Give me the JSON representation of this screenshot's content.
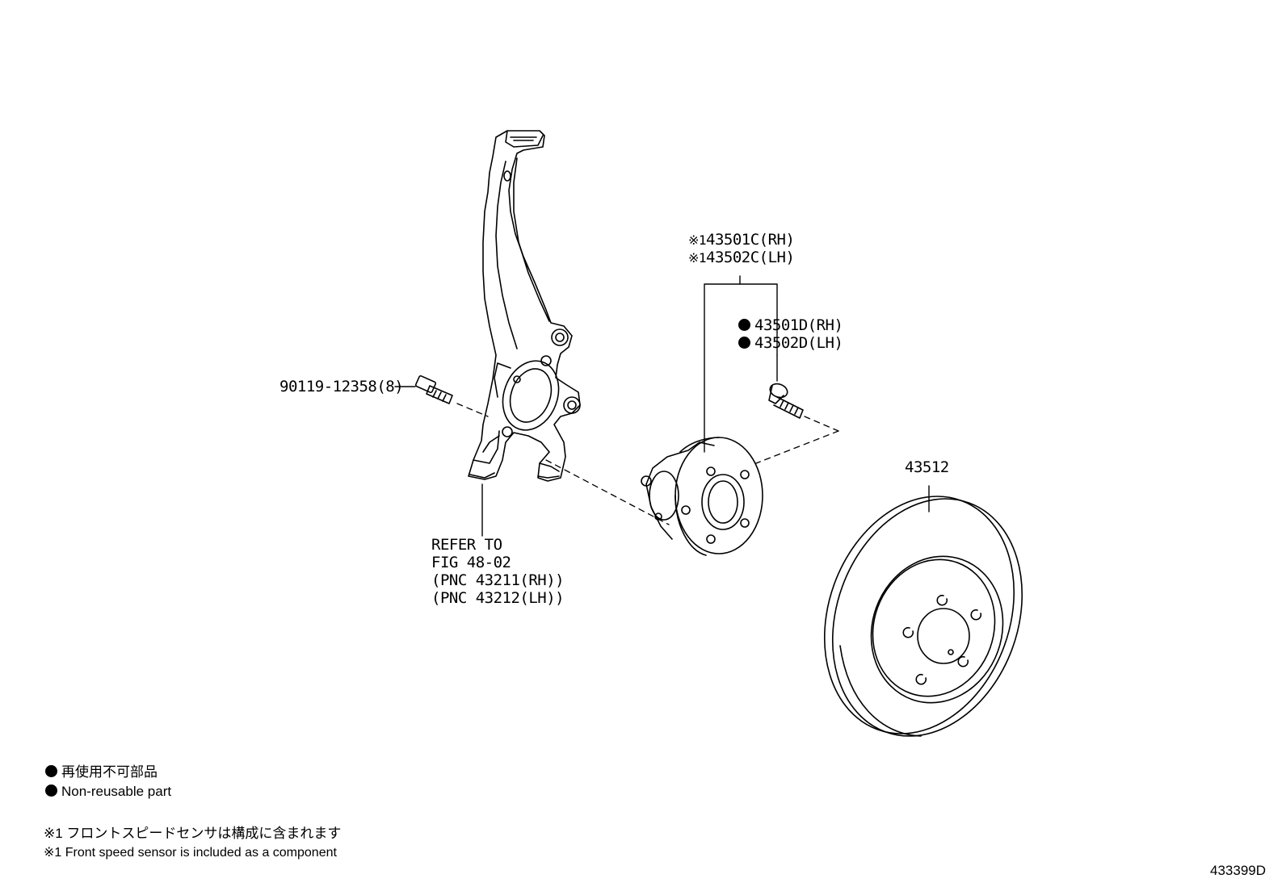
{
  "labels": {
    "bolt": "90119-12358(8)",
    "hub_rh": "43501C(RH)",
    "hub_lh": "43502C(LH)",
    "hub_mark": "※1",
    "stud_rh": "43501D(RH)",
    "stud_lh": "43502D(LH)",
    "rotor": "43512",
    "refer_line1": "REFER TO",
    "refer_line2": "FIG 48-02",
    "refer_line3": "(PNC 43211(RH))",
    "refer_line4": "(PNC 43212(LH))"
  },
  "notes": {
    "nonreusable_jp": "再使用不可部品",
    "nonreusable_en": "Non-reusable part",
    "sensor_jp": "※1 フロントスピードセンサは構成に含まれます",
    "sensor_en": "※1 Front speed sensor is included as a component"
  },
  "figure_number": "433399D",
  "icons": {
    "nonreusable_marker": "filled-circle-icon",
    "note_marker": "reference-mark-icon"
  },
  "colors": {
    "line": "#000000",
    "background": "#ffffff"
  }
}
